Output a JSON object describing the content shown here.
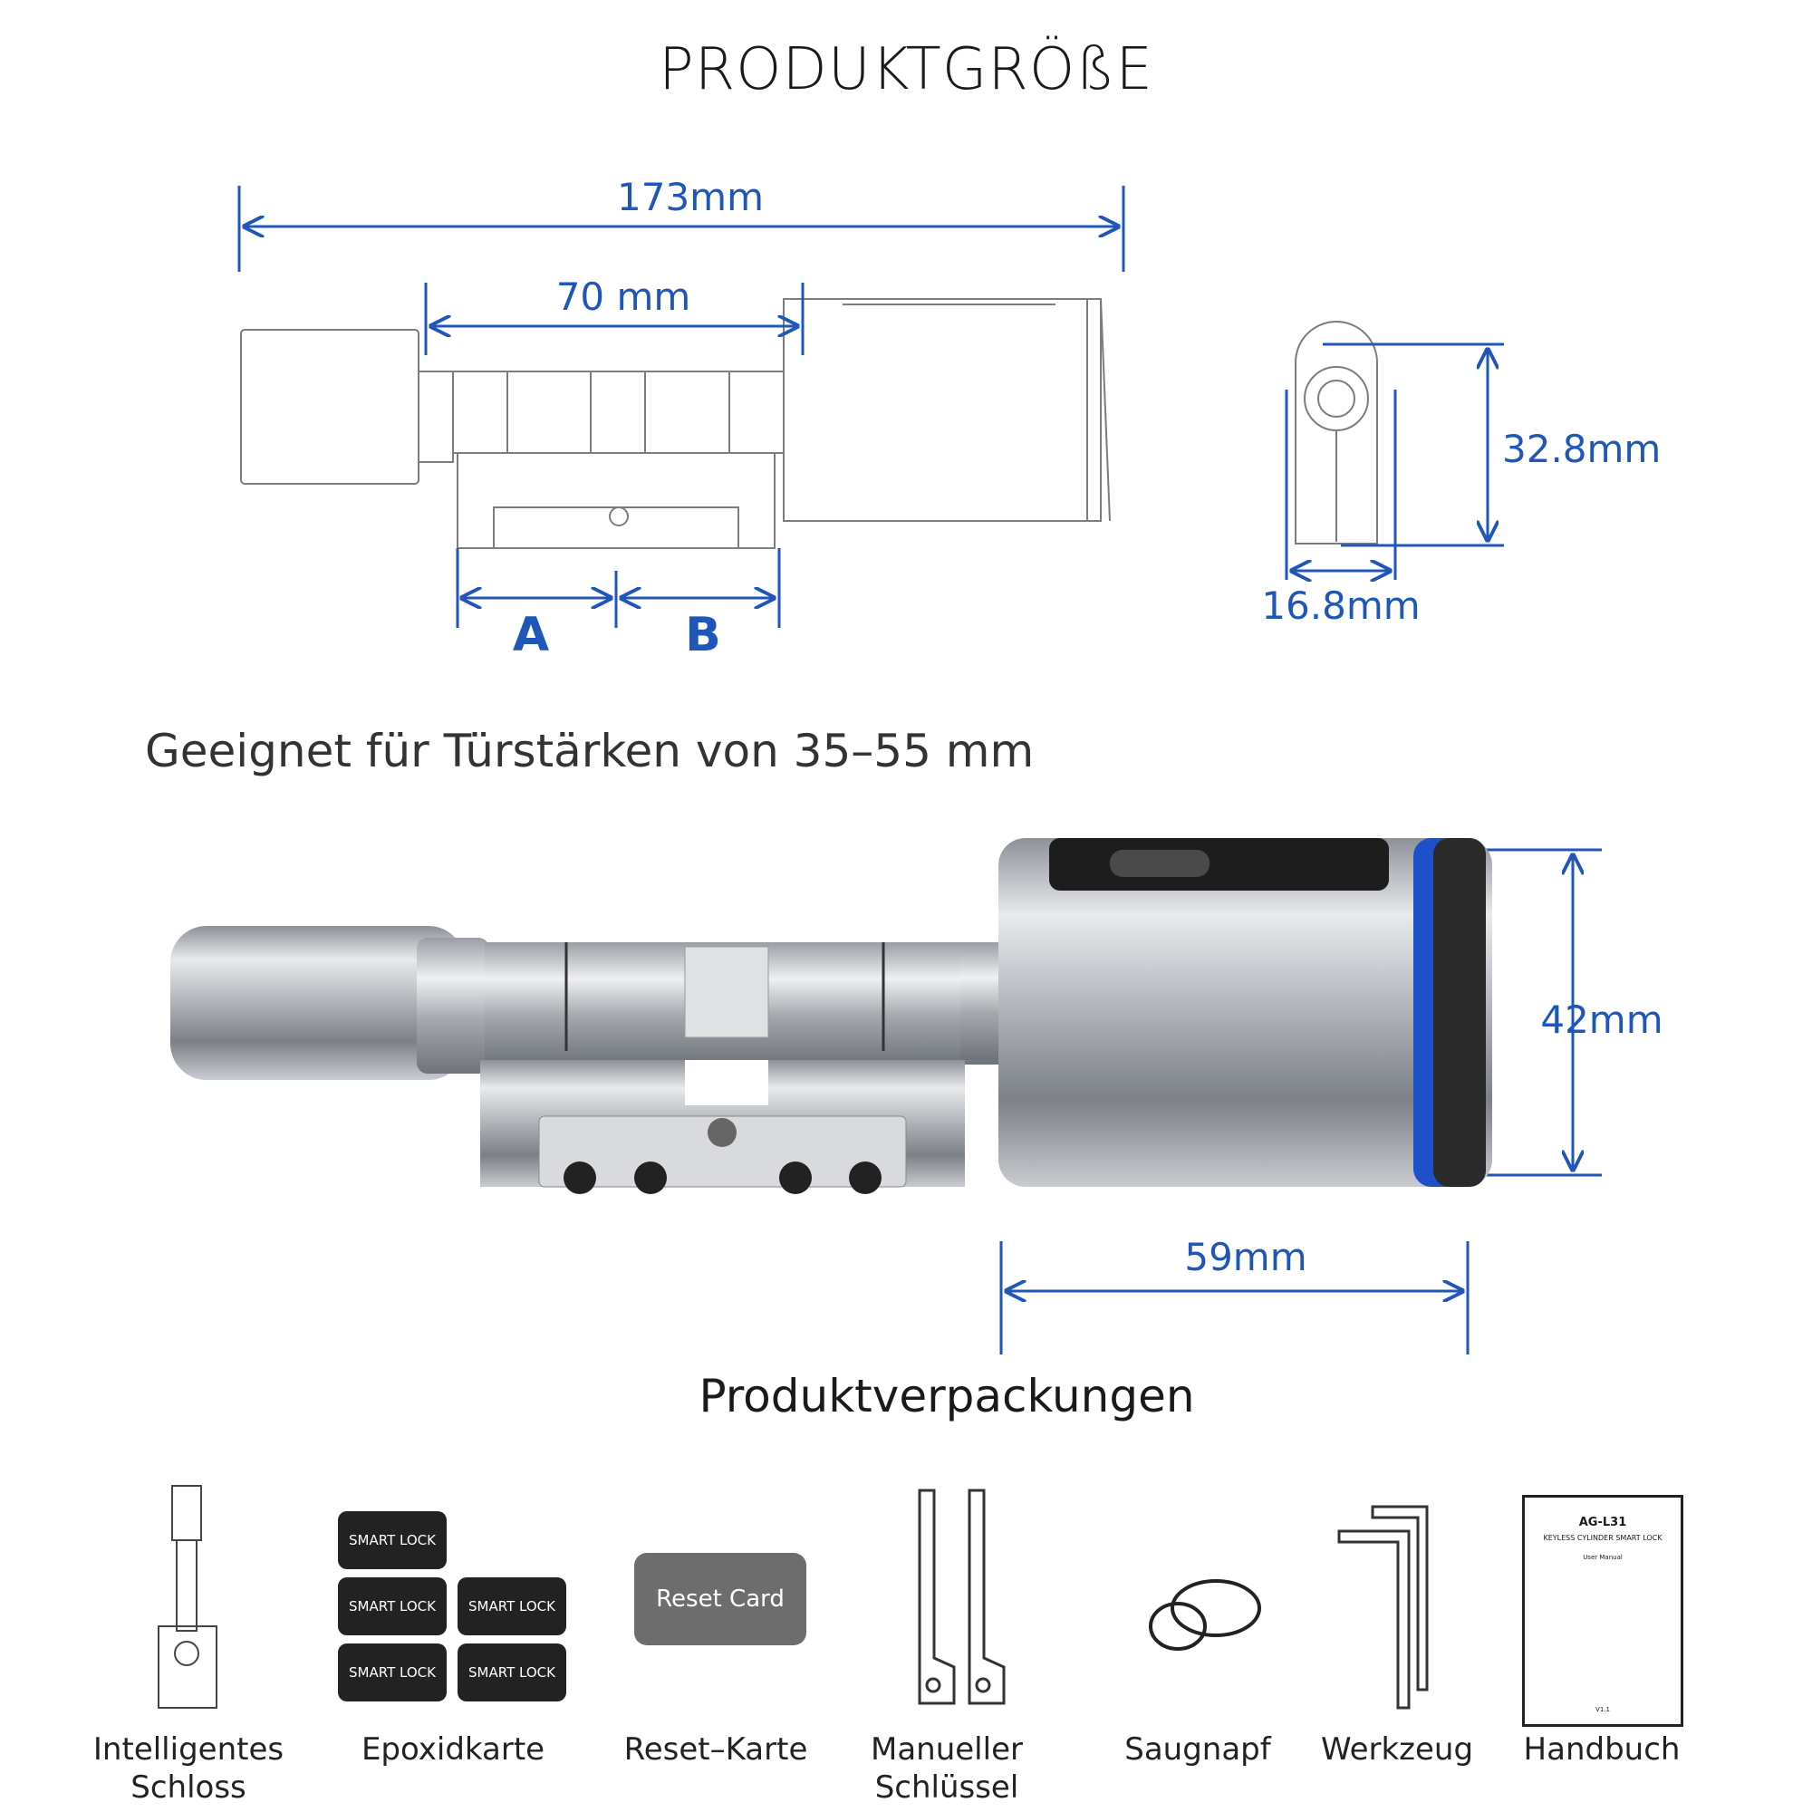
{
  "header": {
    "title": "PRODUKTGRÖßE"
  },
  "diagram": {
    "dim_total": "173mm",
    "dim_middle": "70 mm",
    "label_a": "A",
    "label_b": "B",
    "dim_height": "32.8mm",
    "dim_width": "16.8mm"
  },
  "suitability": {
    "text": "Geeignet für Türstärken von 35–55 mm"
  },
  "photo": {
    "dim_height": "42mm",
    "dim_length": "59mm"
  },
  "packaging": {
    "title": "Produktverpackungen",
    "items": [
      {
        "label_line1": "Intelligentes",
        "label_line2": "Schloss"
      },
      {
        "label_line1": "Epoxidkarte",
        "label_line2": ""
      },
      {
        "label_line1": "Reset–Karte",
        "label_line2": ""
      },
      {
        "label_line1": "Manueller",
        "label_line2": "Schlüssel"
      },
      {
        "label_line1": "Saugnapf",
        "label_line2": ""
      },
      {
        "label_line1": "Werkzeug",
        "label_line2": ""
      },
      {
        "label_line1": "Handbuch",
        "label_line2": ""
      }
    ],
    "card_text": "SMART LOCK",
    "reset_card_text": "Reset Card",
    "manual": {
      "model": "AG-L31",
      "subtitle": "KEYLESS CYLINDER SMART LOCK",
      "doc": "User Manual",
      "version": "V1.1"
    }
  },
  "colors": {
    "dimension_blue": "#1f57b8",
    "steel": "#a9adb3",
    "accent_ring": "#1e50c8"
  }
}
